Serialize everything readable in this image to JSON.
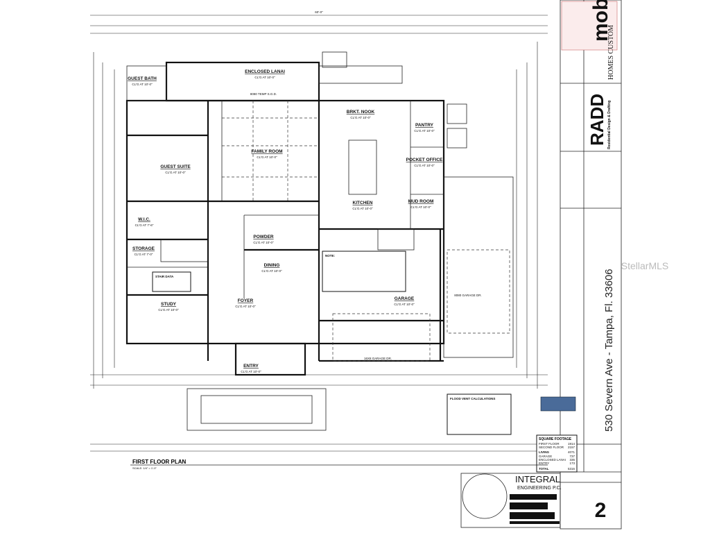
{
  "sheet": {
    "plan_title": "FIRST FLOOR PLAN",
    "scale": "SCALE: 1/4\" = 1'-0\"",
    "sheet_number": "2",
    "overall_width": "60'-0\"",
    "watermark": "StellarMLS"
  },
  "rooms": [
    {
      "name": "GUEST BATH",
      "ceiling": "CL'G AT 10'-0\""
    },
    {
      "name": "ENCLOSED LANAI",
      "ceiling": "CL'G AT 10'-0\""
    },
    {
      "name": "FAMILY ROOM",
      "ceiling": "CL'G AT 10'-0\""
    },
    {
      "name": "GUEST SUITE",
      "ceiling": "CL'G AT 10'-0\""
    },
    {
      "name": "BRKT. NOOK",
      "ceiling": "CL'G AT 10'-0\""
    },
    {
      "name": "PANTRY",
      "ceiling": "CL'G AT 10'-0\""
    },
    {
      "name": "POCKET OFFICE",
      "ceiling": "CL'G AT 10'-0\""
    },
    {
      "name": "KITCHEN",
      "ceiling": "CL'G AT 10'-0\""
    },
    {
      "name": "MUD ROOM",
      "ceiling": "CL'G AT 10'-0\""
    },
    {
      "name": "W.I.C.",
      "ceiling": "CL'G AT 7'-6\""
    },
    {
      "name": "STORAGE",
      "ceiling": "CL'G AT 7'-0\""
    },
    {
      "name": "POWDER",
      "ceiling": "CL'G AT 10'-0\""
    },
    {
      "name": "DINING",
      "ceiling": "CL'G AT 10'-0\""
    },
    {
      "name": "STUDY",
      "ceiling": "CL'G AT 10'-0\""
    },
    {
      "name": "FOYER",
      "ceiling": "CL'G AT 10'-0\""
    },
    {
      "name": "GARAGE",
      "ceiling": "CL'G AT 10'-0\""
    },
    {
      "name": "ENTRY",
      "ceiling": "CL'G AT 10'-0\""
    }
  ],
  "notes": {
    "stair_data_title": "STAIR DATA",
    "garage_note_title": "NOTE:",
    "floor_vent_title": "FLOOD VENT CALCULATIONS",
    "sod_label": "8080 TEMP S.G.D.",
    "garage_door": "16X8 GARAGE DR.",
    "garage_door_side": "8080 GARAGE DR."
  },
  "square_footage": {
    "title": "SQUARE FOOTAGE",
    "rows": [
      {
        "label": "FIRST FLOOR",
        "value": "1914"
      },
      {
        "label": "SECOND FLOOR",
        "value": "2157"
      },
      {
        "label": "LIVING",
        "value": "4071"
      },
      {
        "label": "GARAGE",
        "value": "737"
      },
      {
        "label": "ENCLOSED LANAI",
        "value": "335"
      },
      {
        "label": "ENTRY",
        "value": "173"
      },
      {
        "label": "TOTAL",
        "value": "5316"
      }
    ]
  },
  "title_block": {
    "builder": "mobley",
    "builder_sub": "HOMES CUSTOM",
    "designer": "RADD",
    "designer_sub": "Residential Design & Drafting",
    "address": "530 Severn Ave - Tampa, Fl. 33606",
    "engineer": "INTEGRAL",
    "engineer_sub": "ENGINEERING P.C."
  }
}
